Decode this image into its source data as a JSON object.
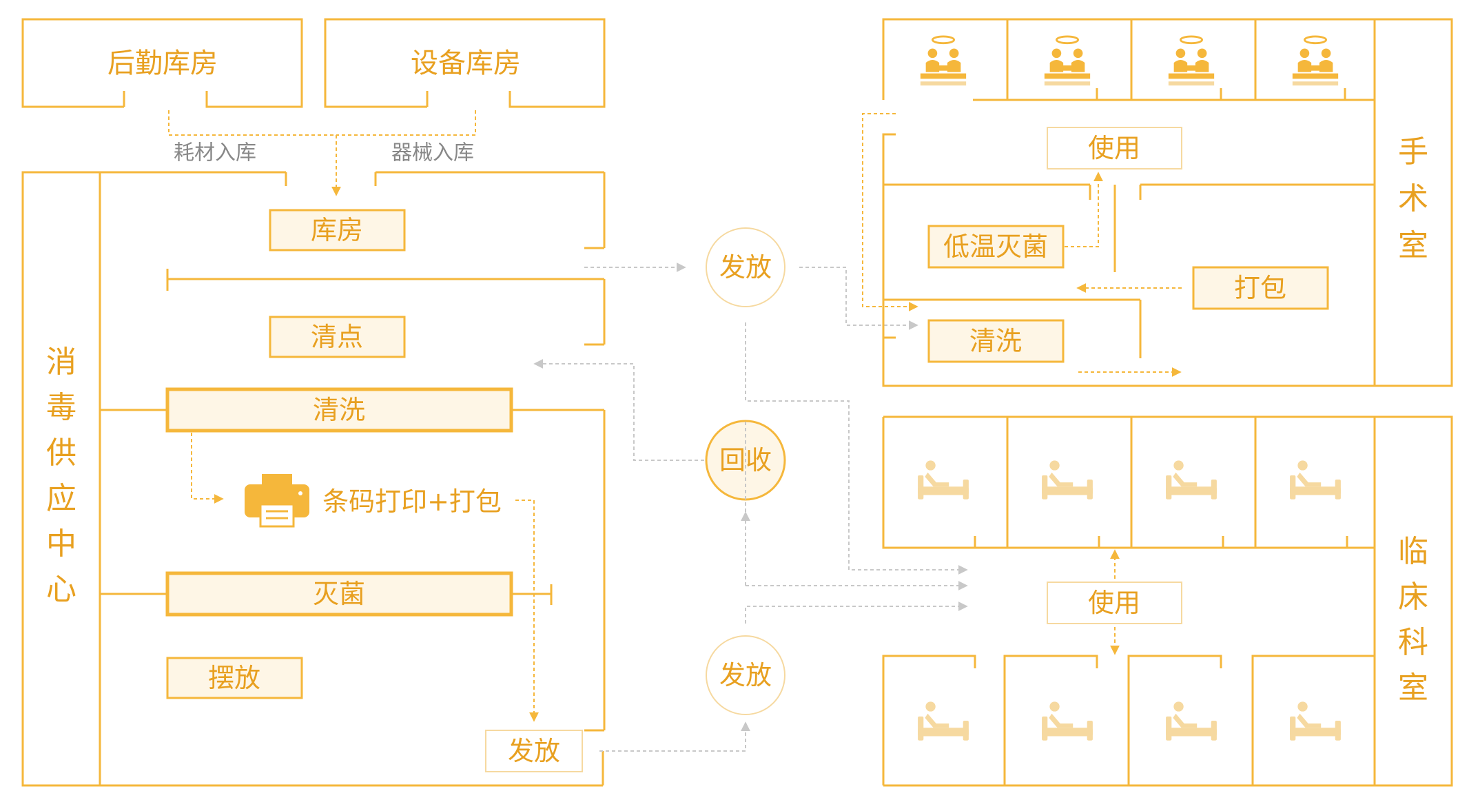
{
  "colors": {
    "accent": "#f5b73b",
    "accent_fill": "#fef6e6",
    "text_orange": "#e8a020",
    "icon_light": "#f6d9a0",
    "dash_gray": "#c8c8c8",
    "label_gray": "#888888"
  },
  "warehouses": {
    "logistics": "后勤库房",
    "equipment": "设备库房"
  },
  "intake": {
    "consumables": "耗材入库",
    "instruments": "器械入库"
  },
  "cssd": {
    "title": "消毒供应中心",
    "storeroom": "库房",
    "count": "清点",
    "wash": "清洗",
    "barcode": "条码打印+打包",
    "sterilize": "灭菌",
    "placement": "摆放",
    "dispatch": "发放"
  },
  "flow": {
    "dispatch_top": "发放",
    "recycle": "回收",
    "dispatch_bottom": "发放"
  },
  "or": {
    "title": "手术室",
    "use": "使用",
    "low_temp": "低温灭菌",
    "pack": "打包",
    "wash": "清洗",
    "icons": [
      "surgery-icon",
      "surgery-icon",
      "surgery-icon",
      "surgery-icon"
    ]
  },
  "clinical": {
    "title": "临床科室",
    "use": "使用",
    "icons": [
      "hospital-bed-icon",
      "hospital-bed-icon",
      "hospital-bed-icon",
      "hospital-bed-icon",
      "hospital-bed-icon",
      "hospital-bed-icon",
      "hospital-bed-icon",
      "hospital-bed-icon"
    ]
  }
}
